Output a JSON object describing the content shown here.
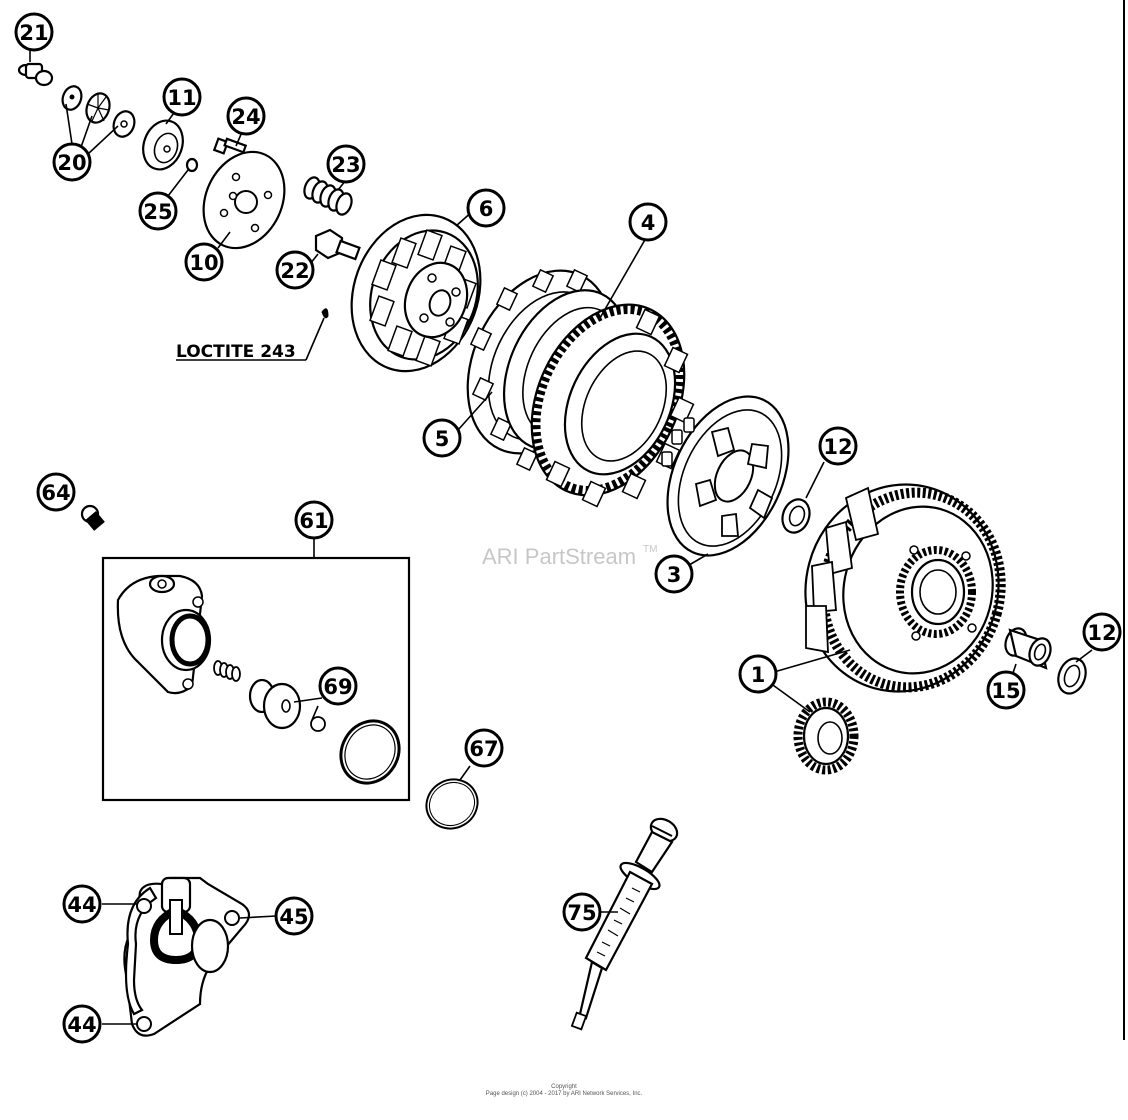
{
  "callouts": [
    {
      "id": "callout-21",
      "label": "21"
    },
    {
      "id": "callout-20",
      "label": "20"
    },
    {
      "id": "callout-11",
      "label": "11"
    },
    {
      "id": "callout-24",
      "label": "24"
    },
    {
      "id": "callout-25",
      "label": "25"
    },
    {
      "id": "callout-10",
      "label": "10"
    },
    {
      "id": "callout-23",
      "label": "23"
    },
    {
      "id": "callout-22",
      "label": "22"
    },
    {
      "id": "callout-6",
      "label": "6"
    },
    {
      "id": "callout-4",
      "label": "4"
    },
    {
      "id": "callout-5",
      "label": "5"
    },
    {
      "id": "callout-12a",
      "label": "12"
    },
    {
      "id": "callout-3",
      "label": "3"
    },
    {
      "id": "callout-64",
      "label": "64"
    },
    {
      "id": "callout-61",
      "label": "61"
    },
    {
      "id": "callout-69",
      "label": "69"
    },
    {
      "id": "callout-67",
      "label": "67"
    },
    {
      "id": "callout-1",
      "label": "1"
    },
    {
      "id": "callout-15",
      "label": "15"
    },
    {
      "id": "callout-12b",
      "label": "12"
    },
    {
      "id": "callout-44a",
      "label": "44"
    },
    {
      "id": "callout-45",
      "label": "45"
    },
    {
      "id": "callout-44b",
      "label": "44"
    },
    {
      "id": "callout-75",
      "label": "75"
    }
  ],
  "loctite_label": "LOCTITE 243",
  "watermark": {
    "text": "ARI PartStream",
    "trademark": "TM",
    "color": "#c7c7c7"
  },
  "footer": {
    "line1": "Copyright",
    "line2": "Page design (c) 2004 - 2017 by ARI Network Services, Inc."
  }
}
